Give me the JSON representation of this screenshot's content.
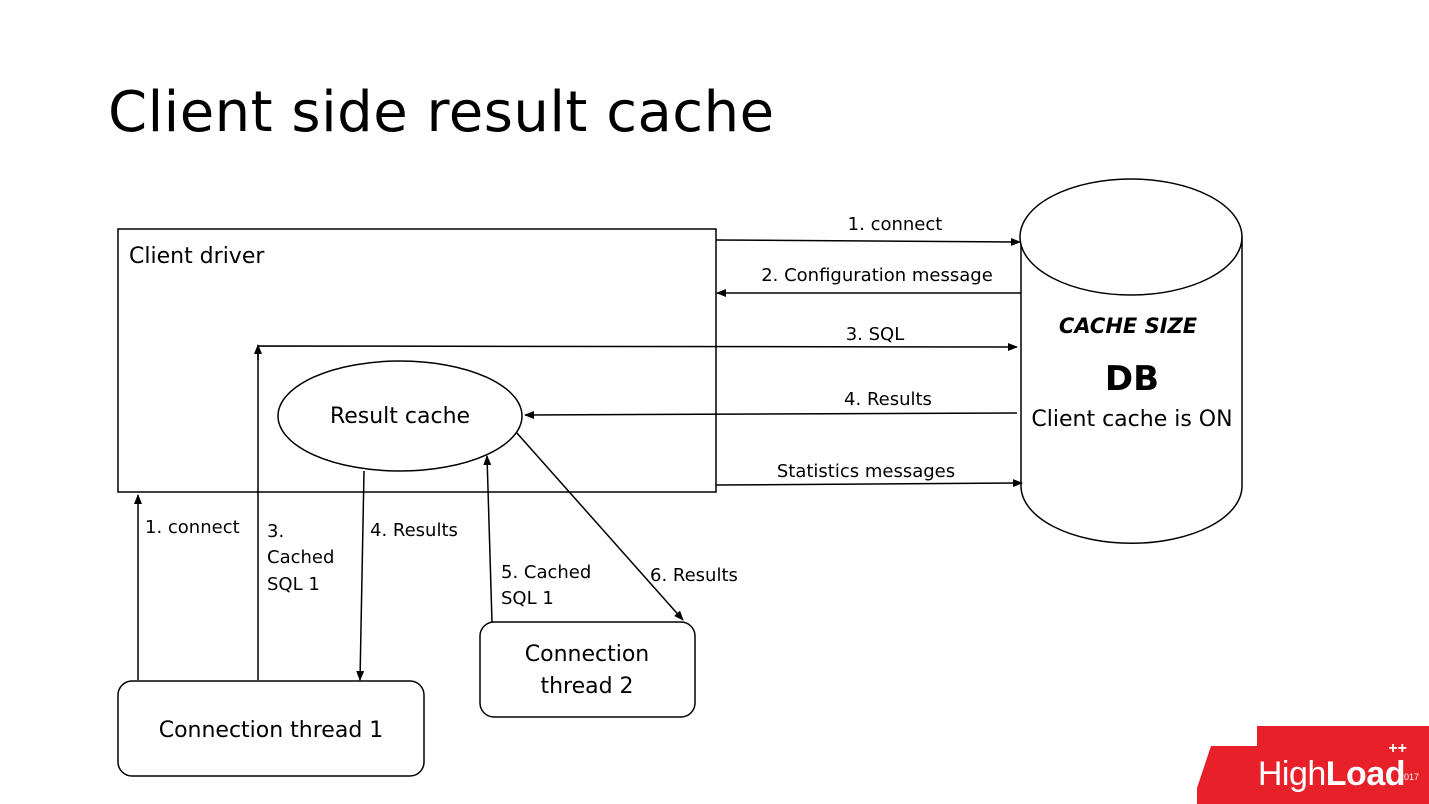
{
  "slide": {
    "title": "Client side result cache"
  },
  "diagram": {
    "client_driver": {
      "label": "Client driver"
    },
    "result_cache": {
      "label": "Result cache"
    },
    "db": {
      "cache_size": "CACHE SIZE",
      "title": "DB",
      "status": "Client cache is ON"
    },
    "connection_thread_1": {
      "label": "Connection thread 1"
    },
    "connection_thread_2": {
      "line1": "Connection",
      "line2": "thread 2"
    },
    "arrows_db": {
      "connect": "1. connect",
      "configuration": "2. Configuration message",
      "sql": "3. SQL",
      "results": "4. Results",
      "statistics": "Statistics messages"
    },
    "arrows_threads": {
      "connect": "1. connect",
      "cached_sql_1_line1": "3.",
      "cached_sql_1_line2": "Cached",
      "cached_sql_1_line3": "SQL 1",
      "results_4": "4. Results",
      "cached_sql_2_line1": "5. Cached",
      "cached_sql_2_line2": "SQL 1",
      "results_6": "6. Results"
    }
  },
  "logo": {
    "text_light": "High",
    "text_bold": "Load",
    "superscript": "++",
    "year": "2017",
    "color": "#e8202a"
  }
}
